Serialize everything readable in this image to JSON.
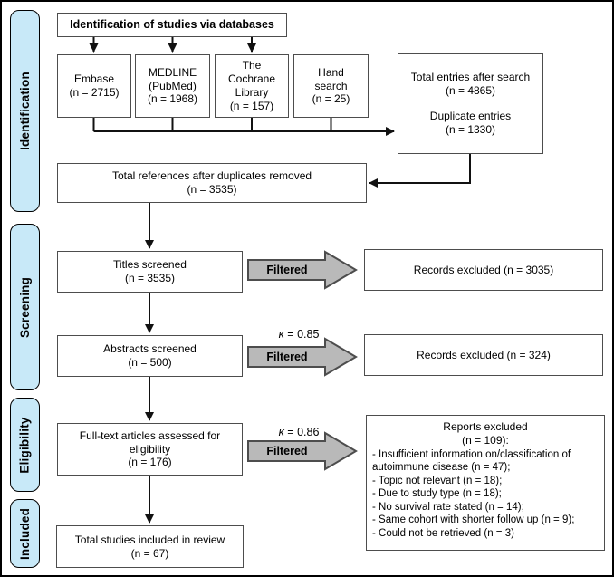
{
  "diagram": {
    "sidebar": [
      {
        "label": "Identification"
      },
      {
        "label": "Screening"
      },
      {
        "label": "Eligibility"
      },
      {
        "label": "Included"
      }
    ],
    "title_box": "Identification of studies via databases",
    "databases": [
      {
        "lines": [
          "Embase",
          "(n = 2715)"
        ]
      },
      {
        "lines": [
          "MEDLINE",
          "(PubMed)",
          "(n = 1968)"
        ]
      },
      {
        "lines": [
          "The",
          "Cochrane",
          "Library",
          "(n = 157)"
        ]
      },
      {
        "lines": [
          "Hand",
          "search",
          "(n = 25)"
        ]
      }
    ],
    "total_entries": {
      "para1": [
        "Total entries after search",
        "(n = 4865)"
      ],
      "para2": [
        "Duplicate entries",
        "(n = 1330)"
      ]
    },
    "total_references": [
      "Total references after duplicates removed",
      "(n = 3535)"
    ],
    "titles_screened": [
      "Titles screened",
      "(n = 3535)"
    ],
    "abstracts_screened": [
      "Abstracts screened",
      "(n = 500)"
    ],
    "fulltext_assessed": [
      "Full-text articles assessed for",
      "eligibility",
      "(n = 176)"
    ],
    "studies_included": [
      "Total studies included in review",
      "(n = 67)"
    ],
    "records_excluded_titles": "Records excluded (n = 3035)",
    "records_excluded_abstracts": "Records excluded (n = 324)",
    "reports_excluded": {
      "heading": [
        "Reports excluded",
        "(n = 109):"
      ],
      "reasons": [
        "- Insufficient information on/classification of autoimmune disease (n = 47);",
        "- Topic not relevant (n = 18);",
        "- Due to study type (n = 18);",
        "- No survival rate stated (n = 14);",
        "- Same cohort with shorter follow up (n = 9);",
        "- Could not be retrieved (n = 3)"
      ]
    },
    "filters": [
      {
        "label": "Filtered"
      },
      {
        "label": "Filtered",
        "kappa": "κ = 0.85"
      },
      {
        "label": "Filtered",
        "kappa": "κ = 0.86"
      }
    ],
    "colors": {
      "stage_tab_fill": "#c8e9f8",
      "box_border": "#4d4d4d",
      "filter_arrow_fill": "#b9b9b9",
      "filter_arrow_border": "#4d4d4d",
      "line_color": "#111111",
      "background": "#ffffff"
    }
  }
}
